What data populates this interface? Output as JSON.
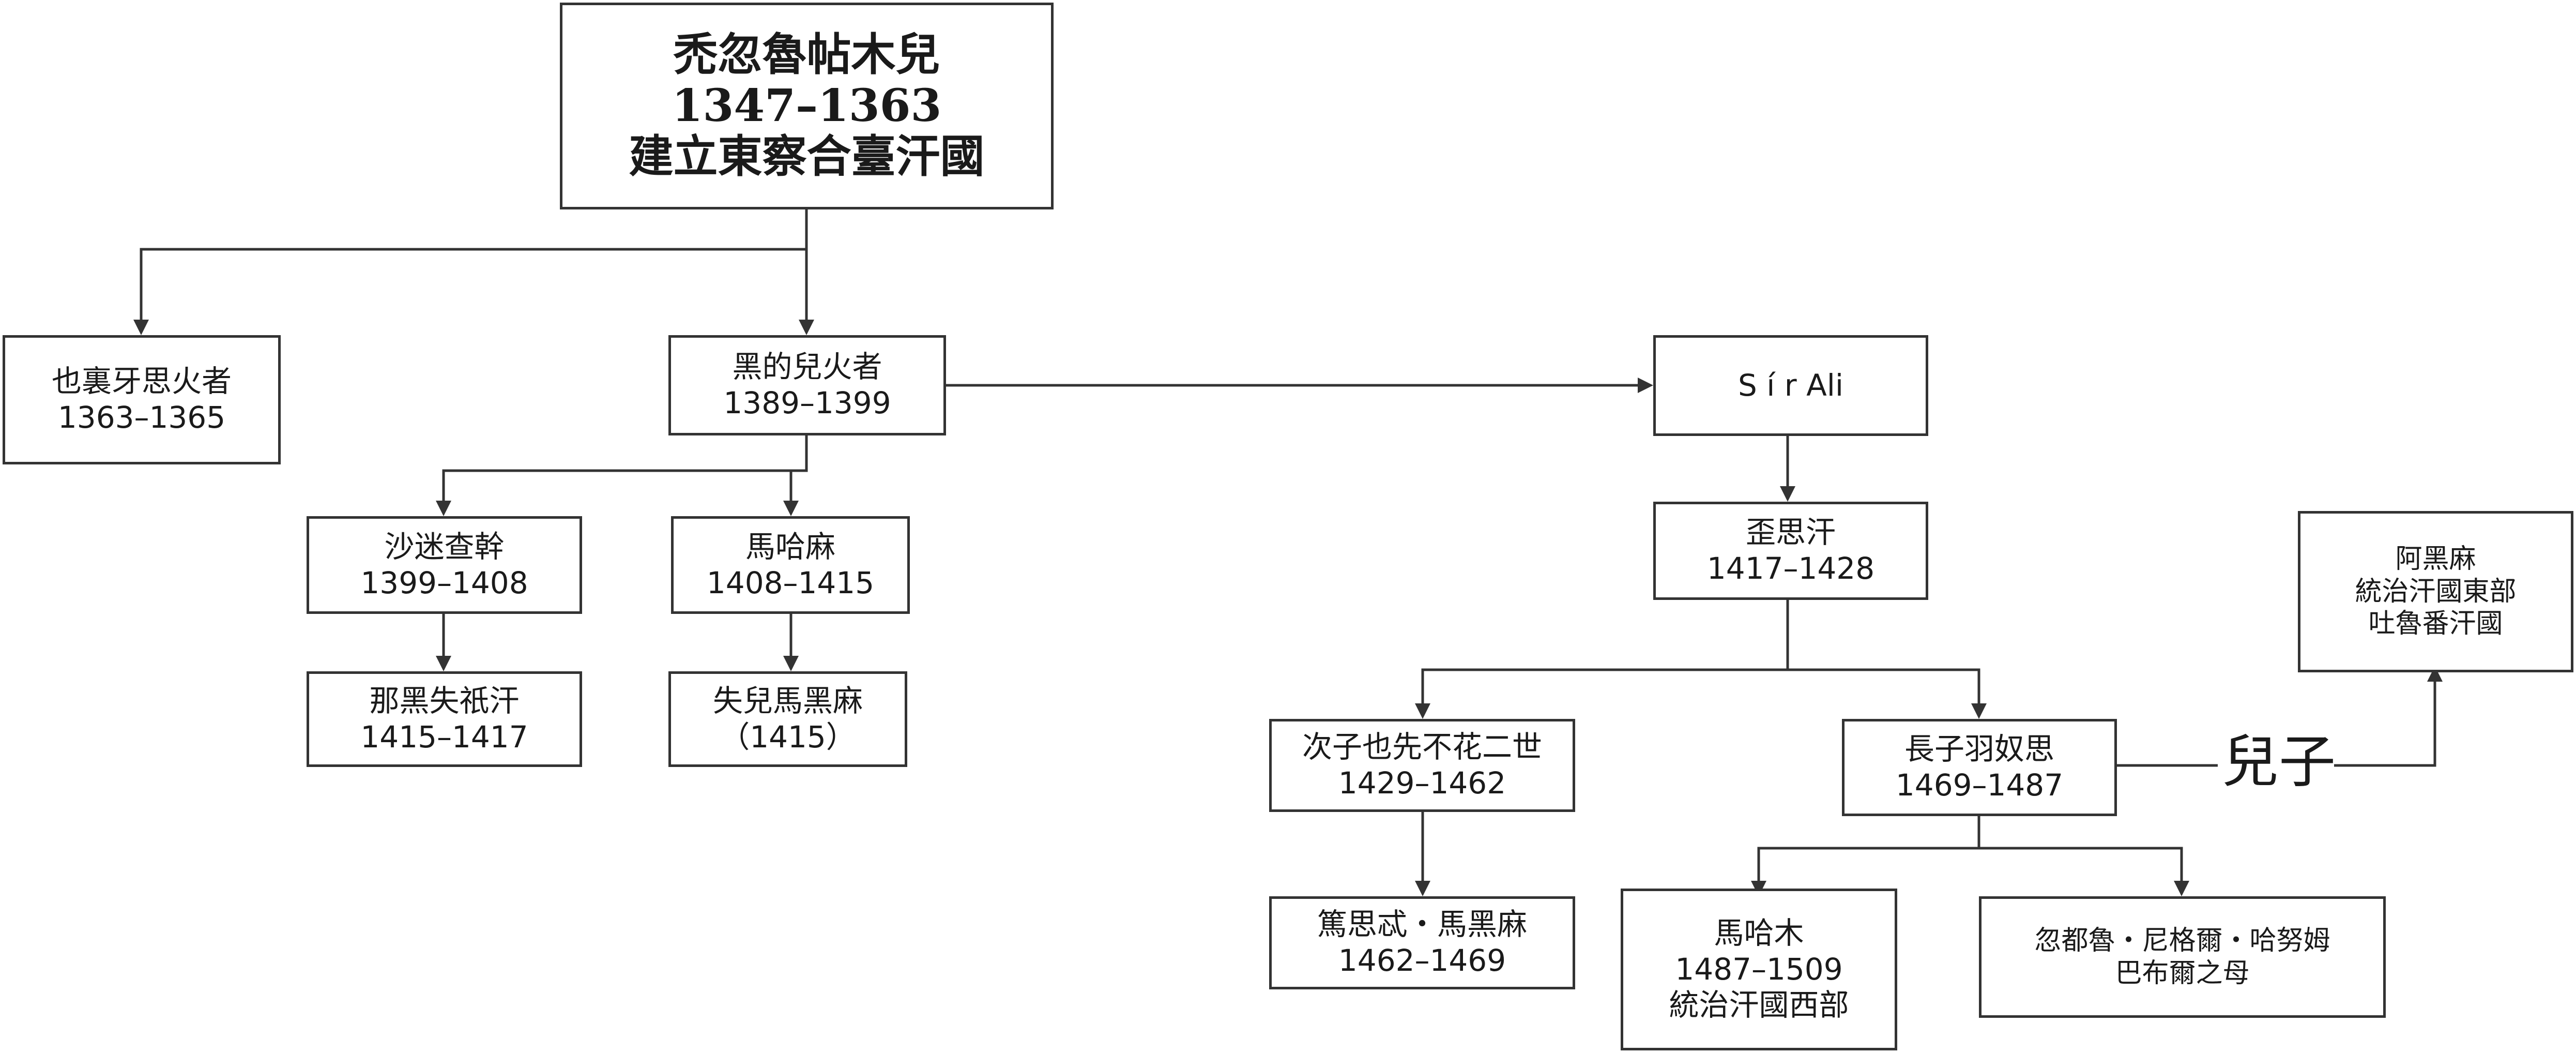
{
  "nodes": {
    "root": {
      "lines": [
        "禿忽魯帖木兒",
        "1347–1363",
        "建立東察合臺汗國"
      ]
    },
    "ilyas": {
      "lines": [
        "也裏牙思火者",
        "1363–1365"
      ]
    },
    "khizr": {
      "lines": [
        "黑的兒火者",
        "1389–1399"
      ]
    },
    "shams": {
      "lines": [
        "沙迷查幹",
        "1399–1408"
      ]
    },
    "muhammad": {
      "lines": [
        "馬哈麻",
        "1408–1415"
      ]
    },
    "naqsh": {
      "lines": [
        "那黑失祇汗",
        "1415–1417"
      ]
    },
    "shir": {
      "lines": [
        "失兒馬黑麻",
        "（1415）"
      ]
    },
    "sirali": {
      "lines": [
        "S í r Ali"
      ]
    },
    "wais": {
      "lines": [
        "歪思汗",
        "1417–1428"
      ]
    },
    "esen": {
      "lines": [
        "次子也先不花二世",
        "1429–1462"
      ]
    },
    "yunus": {
      "lines": [
        "長子羽奴思",
        "1469–1487"
      ]
    },
    "dost": {
      "lines": [
        "篤思忒・馬黑麻",
        "1462–1469"
      ]
    },
    "ahmad": {
      "lines": [
        "阿黑麻",
        "統治汗國東部",
        "吐魯番汗國"
      ]
    },
    "mahmud": {
      "lines": [
        "馬哈木",
        "1487–1509",
        "統治汗國西部"
      ]
    },
    "khutlugh": {
      "lines": [
        "忽都魯・尼格爾・哈努姆",
        "巴布爾之母"
      ]
    }
  },
  "relation_label": "兒子",
  "colors": {
    "line": "#333333",
    "border": "#333333",
    "text": "#1a1a1a"
  }
}
